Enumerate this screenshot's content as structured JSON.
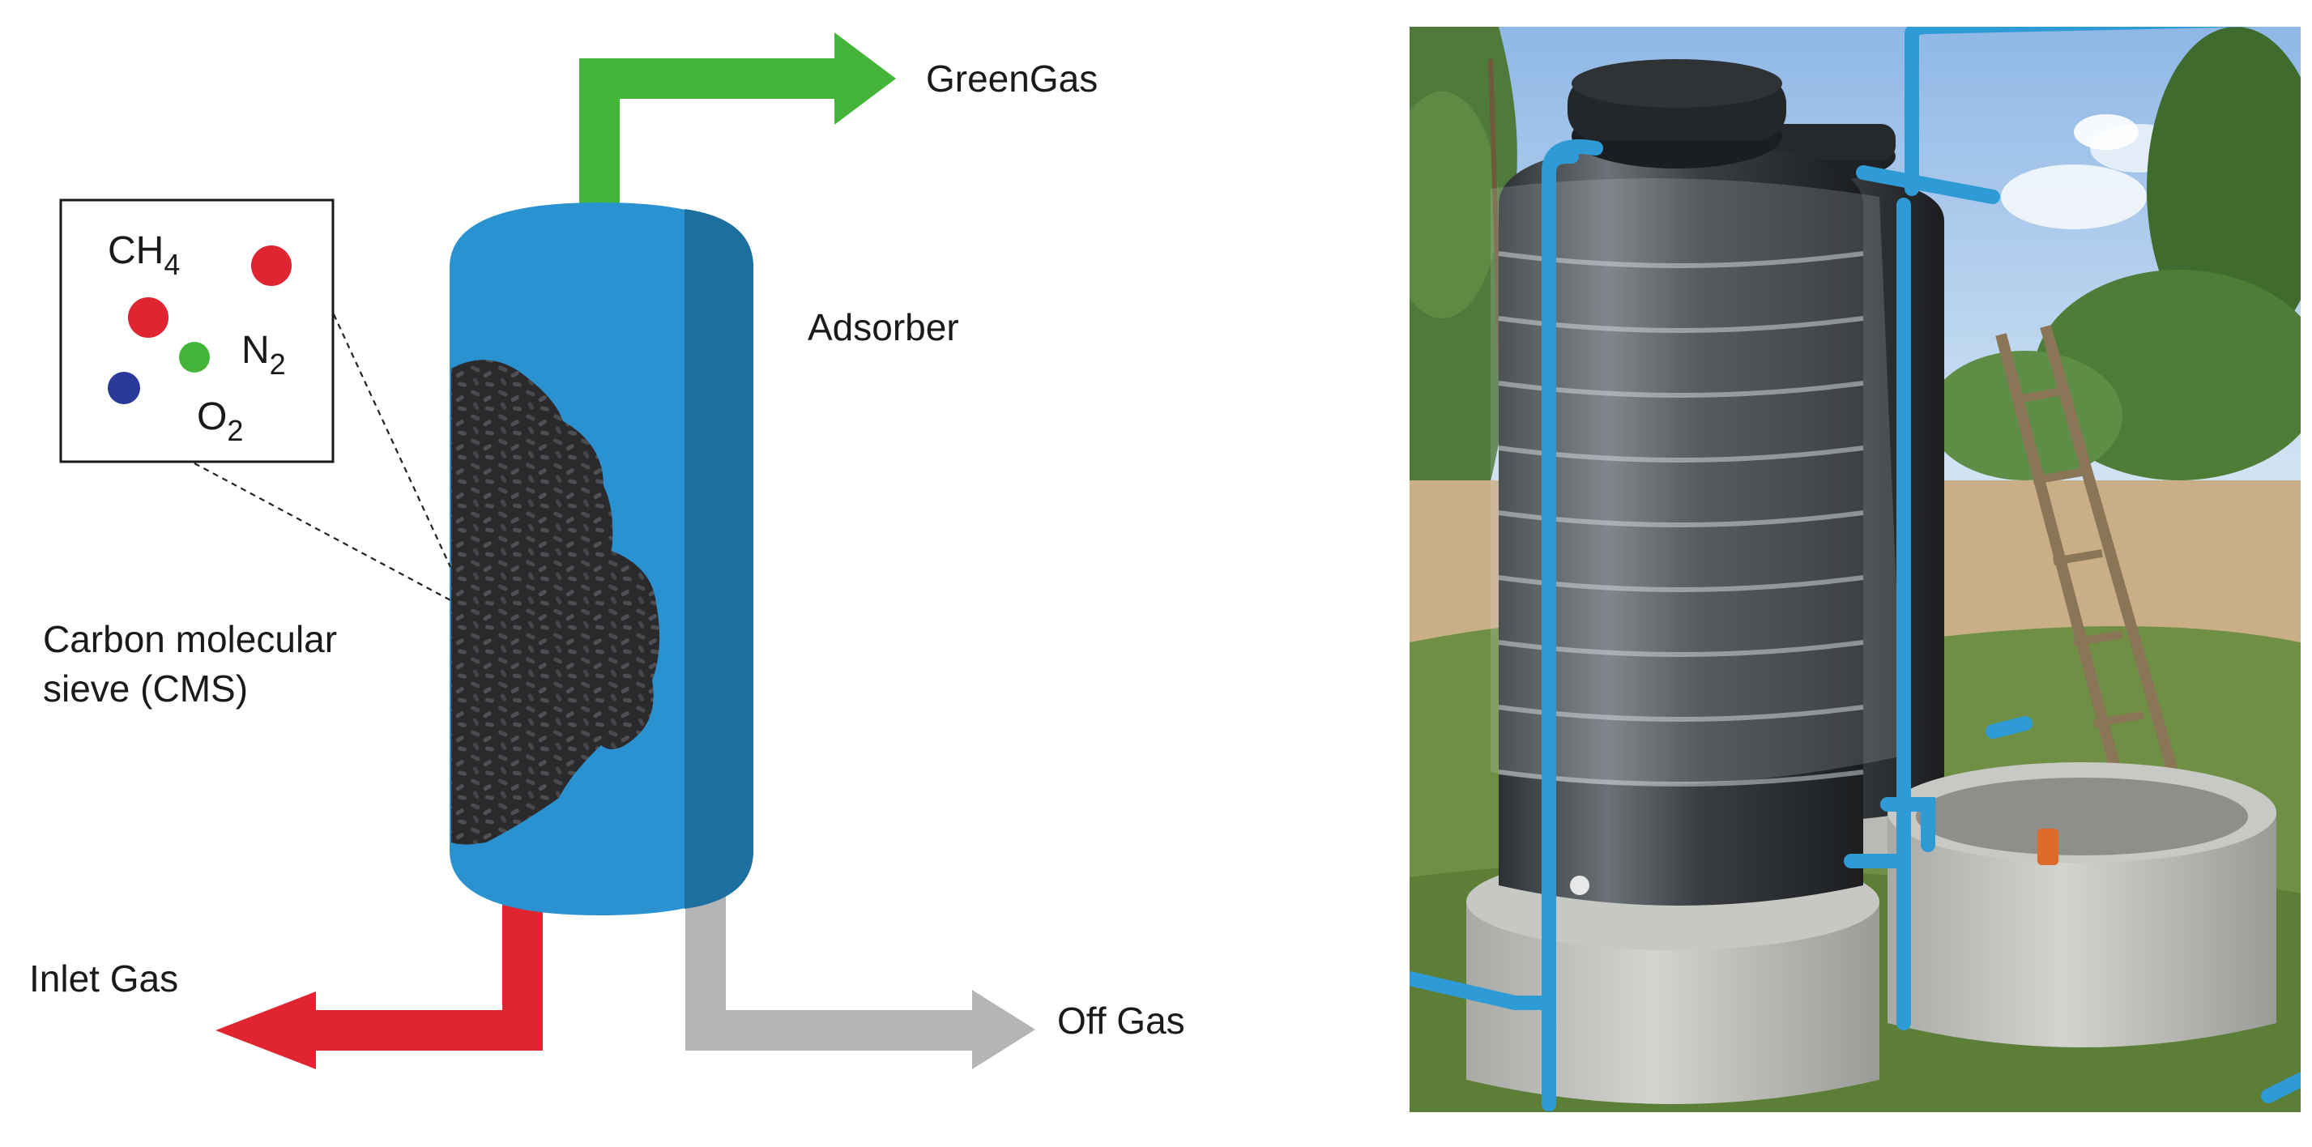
{
  "diagram": {
    "labels": {
      "greengas": "GreenGas",
      "adsorber": "Adsorber",
      "cms_line1": "Carbon molecular",
      "cms_line2": "sieve (CMS)",
      "inlet": "Inlet Gas",
      "offgas": "Off Gas"
    },
    "legend": {
      "ch4_base": "CH",
      "ch4_sub": "4",
      "n2_base": "N",
      "n2_sub": "2",
      "o2_base": "O",
      "o2_sub": "2"
    },
    "colors": {
      "vessel": "#2a92d0",
      "vessel_dark": "#1d6f9f",
      "cms": "#2c2c2e",
      "green_arrow": "#44b53a",
      "red_arrow": "#e02430",
      "grey_arrow": "#b4b5b7",
      "ch4_dot": "#e02430",
      "n2_dot": "#44b53a",
      "o2_dot": "#2a3a9a"
    }
  },
  "photo": {
    "subject": "two black plastic tanks wrapped in clear plastic film on concrete ring bases, connected by blue PVC pipes, beside a concrete water ring and a wooden ladder, outdoors with trees and sky"
  }
}
